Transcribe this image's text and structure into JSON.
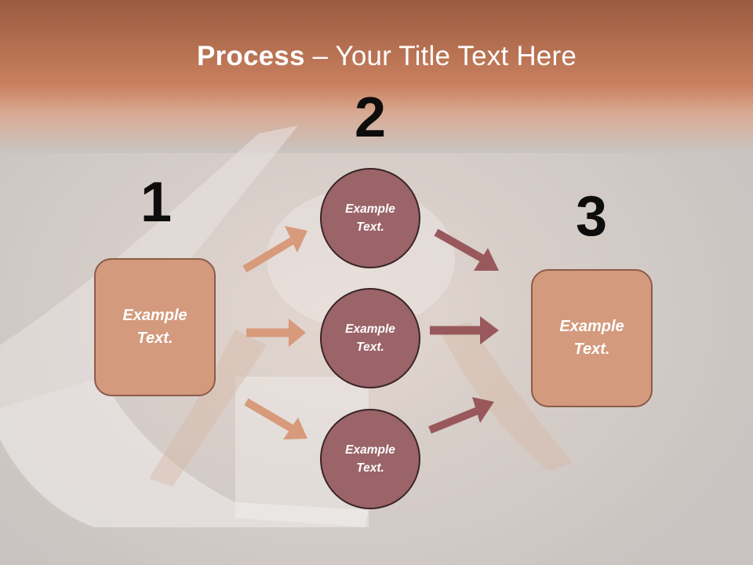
{
  "slide": {
    "title_bold": "Process",
    "title_rest": " – Your Title Text Here"
  },
  "steps": {
    "step1_number": "1",
    "step2_number": "2",
    "step3_number": "3"
  },
  "left_box": {
    "text": "Example Text."
  },
  "right_box": {
    "text": "Example Text."
  },
  "circles": [
    {
      "text": "Example Text."
    },
    {
      "text": "Example Text."
    },
    {
      "text": "Example Text."
    }
  ],
  "colors": {
    "header_band": "#c47a58",
    "box_fill": "#d39a7d",
    "circle_fill": "#9a6468",
    "arrow_left": "#d79a7a",
    "arrow_right": "#99595c"
  }
}
